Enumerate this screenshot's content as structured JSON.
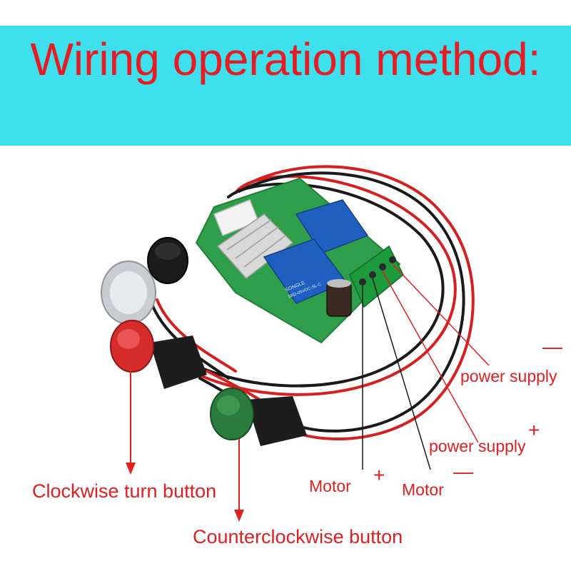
{
  "title": "Wiring operation method:",
  "labels": {
    "clockwise": "Clockwise turn button",
    "counterclockwise": "Counterclockwise button",
    "motor_plus": "Motor",
    "motor_plus_sign": "+",
    "motor_minus": "Motor",
    "motor_minus_sign": "—",
    "power_minus": "power supply",
    "power_minus_sign": "—",
    "power_plus": "power supply",
    "power_plus_sign": "+"
  },
  "board_print": {
    "relay_brand": "SONGLE",
    "relay_model": "SRD-05VDC-SL-C"
  },
  "colors": {
    "banner": "#3fe0ee",
    "title": "#e51c23",
    "label": "#e02020",
    "pcb": "#2f9e4a",
    "relay": "#1f5fbf",
    "terminal": "#1c9a3c"
  }
}
